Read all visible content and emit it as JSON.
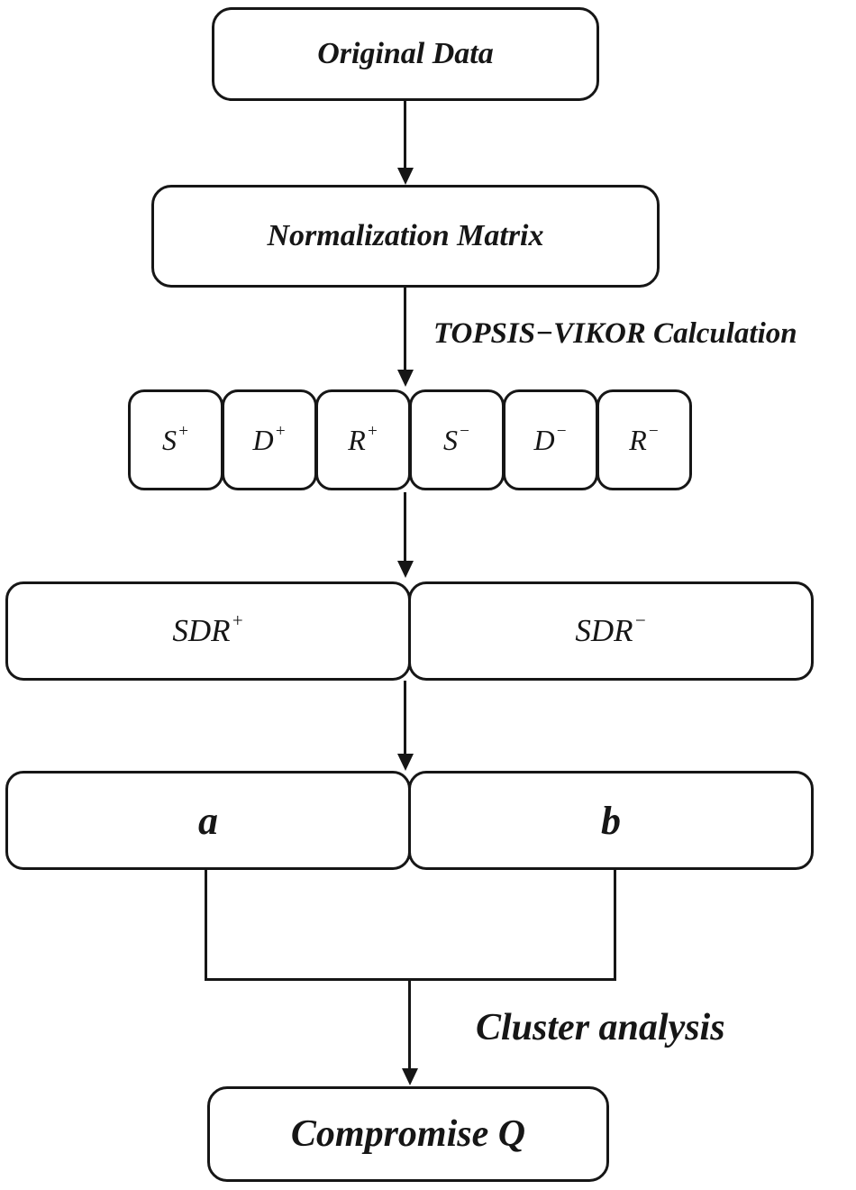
{
  "figure": {
    "background": "#ffffff",
    "stroke_color": "#161616",
    "text_color": "#161616",
    "nodes": {
      "original_data": {
        "label": "Original Data"
      },
      "normalization_matrix": {
        "label": "Normalization Matrix"
      },
      "s_plus": {
        "base": "S",
        "sup": "+"
      },
      "d_plus": {
        "base": "D",
        "sup": "+"
      },
      "r_plus": {
        "base": "R",
        "sup": "+"
      },
      "s_minus": {
        "base": "S",
        "sup": "−"
      },
      "d_minus": {
        "base": "D",
        "sup": "−"
      },
      "r_minus": {
        "base": "R",
        "sup": "−"
      },
      "sdr_plus": {
        "base": "SDR",
        "sup": "+"
      },
      "sdr_minus": {
        "base": "SDR",
        "sup": "−"
      },
      "a": {
        "label": "a"
      },
      "b": {
        "label": "b"
      },
      "compromise_q": {
        "label": "Compromise Q"
      }
    },
    "edge_labels": {
      "topsis_vikor": "TOPSIS−VIKOR Calculation",
      "cluster_analysis": "Cluster analysis"
    }
  }
}
